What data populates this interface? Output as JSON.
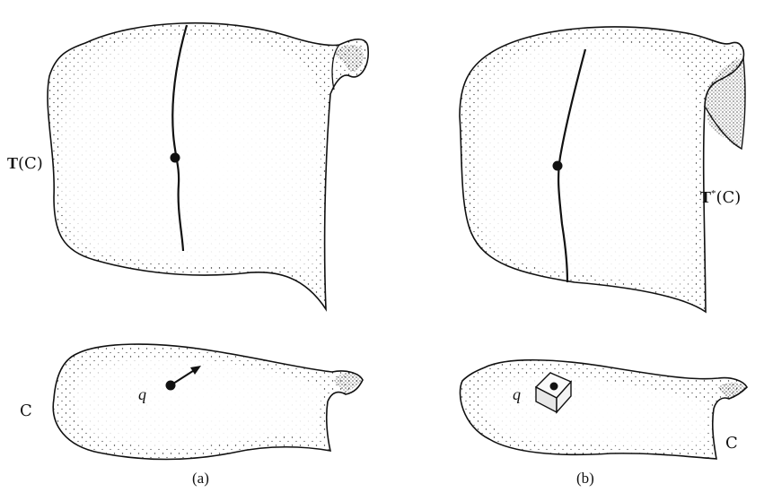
{
  "colors": {
    "ink": "#111111",
    "paper": "#ffffff",
    "cube_face": "#f2f2f2"
  },
  "labels": {
    "tangent_bundle_T": "T",
    "tangent_bundle_rest": "(C)",
    "cotangent_T": "T",
    "cotangent_star": "*",
    "cotangent_rest": "(C)",
    "config_left": "C",
    "config_right": "C",
    "point_left": "q",
    "point_right": "q",
    "caption_a": "(a)",
    "caption_b": "(b)"
  }
}
